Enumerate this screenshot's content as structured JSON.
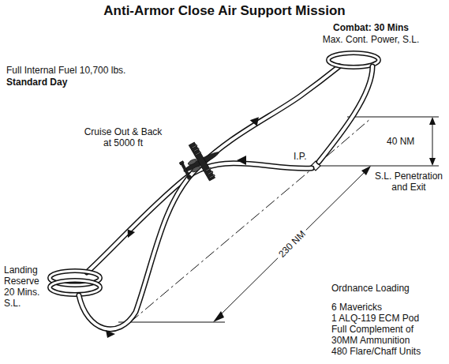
{
  "diagram": {
    "title": "Anti-Armor Close Air Support Mission",
    "labels": [
      "Full Internal Fuel 10,700 lbs.",
      "Standard Day",
      "Combat: 30 Mins",
      "Max. Cont. Power, S.L.",
      "Cruise Out & Back at 5000 ft",
      "I.P.",
      "40 NM",
      "S.L. Penetration and Exit",
      "230 NM",
      "Landing Reserve 20 Mins. S.L.",
      "Ordnance Loading",
      "6 Mavericks",
      "1 ALQ-119 ECM Pod",
      "Full Complement of 30MM Ammunition",
      "480 Flare/Chaff Units"
    ]
  }
}
